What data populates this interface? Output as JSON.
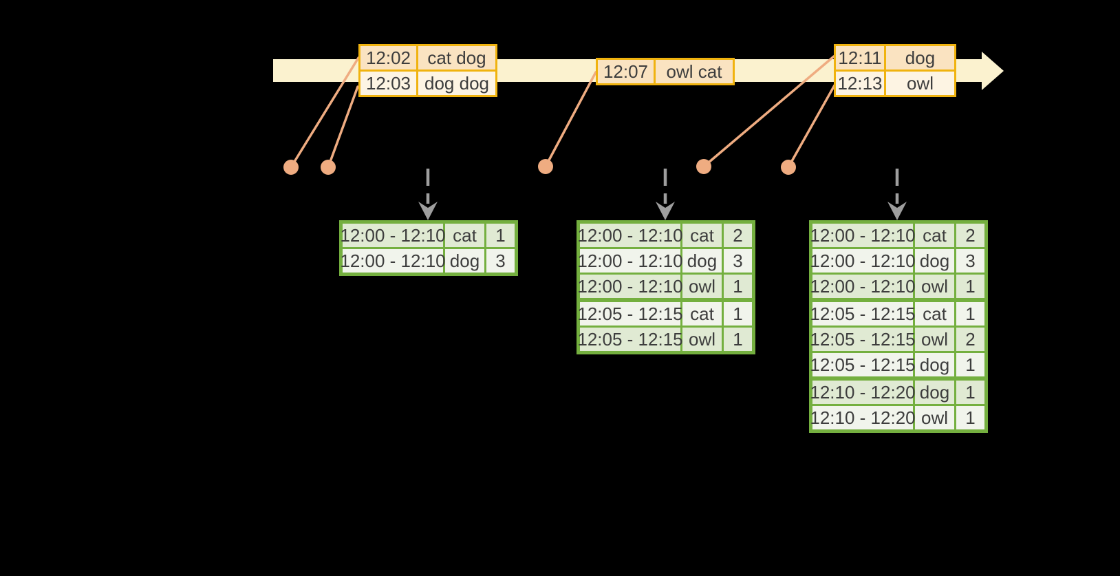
{
  "colors": {
    "background": "#000000",
    "band": "#FBF2CF",
    "gold": "#F0B30F",
    "peach": "#FAE3C1",
    "cream": "#FDF4E3",
    "salmon": "#EFAC81",
    "gray": "#9E9E9E",
    "green": "#74AF3F",
    "greenLight": "#E0EAD3",
    "greenPale": "#F1F4EC",
    "text": "#3D3D3D"
  },
  "icons": {
    "timeline_arrow": "right-arrow",
    "event_marker": "circle-dot",
    "trigger_arrow": "dashed-down-chevron-arrow"
  },
  "event_tables": [
    {
      "rows": [
        {
          "time": "12:02",
          "words": "cat dog"
        },
        {
          "time": "12:03",
          "words": "dog dog"
        }
      ]
    },
    {
      "rows": [
        {
          "time": "12:07",
          "words": "owl cat"
        }
      ]
    },
    {
      "rows": [
        {
          "time": "12:11",
          "words": "dog"
        },
        {
          "time": "12:13",
          "words": "owl"
        }
      ]
    }
  ],
  "result_tables": [
    {
      "rows": [
        {
          "window": "12:00 - 12:10",
          "word": "cat",
          "count": "1"
        },
        {
          "window": "12:00 - 12:10",
          "word": "dog",
          "count": "3"
        }
      ]
    },
    {
      "rows": [
        {
          "window": "12:00 - 12:10",
          "word": "cat",
          "count": "2"
        },
        {
          "window": "12:00 - 12:10",
          "word": "dog",
          "count": "3"
        },
        {
          "window": "12:00 - 12:10",
          "word": "owl",
          "count": "1"
        },
        {
          "window": "12:05 - 12:15",
          "word": "cat",
          "count": "1"
        },
        {
          "window": "12:05 - 12:15",
          "word": "owl",
          "count": "1"
        }
      ]
    },
    {
      "rows": [
        {
          "window": "12:00 - 12:10",
          "word": "cat",
          "count": "2"
        },
        {
          "window": "12:00 - 12:10",
          "word": "dog",
          "count": "3"
        },
        {
          "window": "12:00 - 12:10",
          "word": "owl",
          "count": "1"
        },
        {
          "window": "12:05 - 12:15",
          "word": "cat",
          "count": "1"
        },
        {
          "window": "12:05 - 12:15",
          "word": "owl",
          "count": "2"
        },
        {
          "window": "12:05 - 12:15",
          "word": "dog",
          "count": "1"
        },
        {
          "window": "12:10 - 12:20",
          "word": "dog",
          "count": "1"
        },
        {
          "window": "12:10 - 12:20",
          "word": "owl",
          "count": "1"
        }
      ]
    }
  ]
}
